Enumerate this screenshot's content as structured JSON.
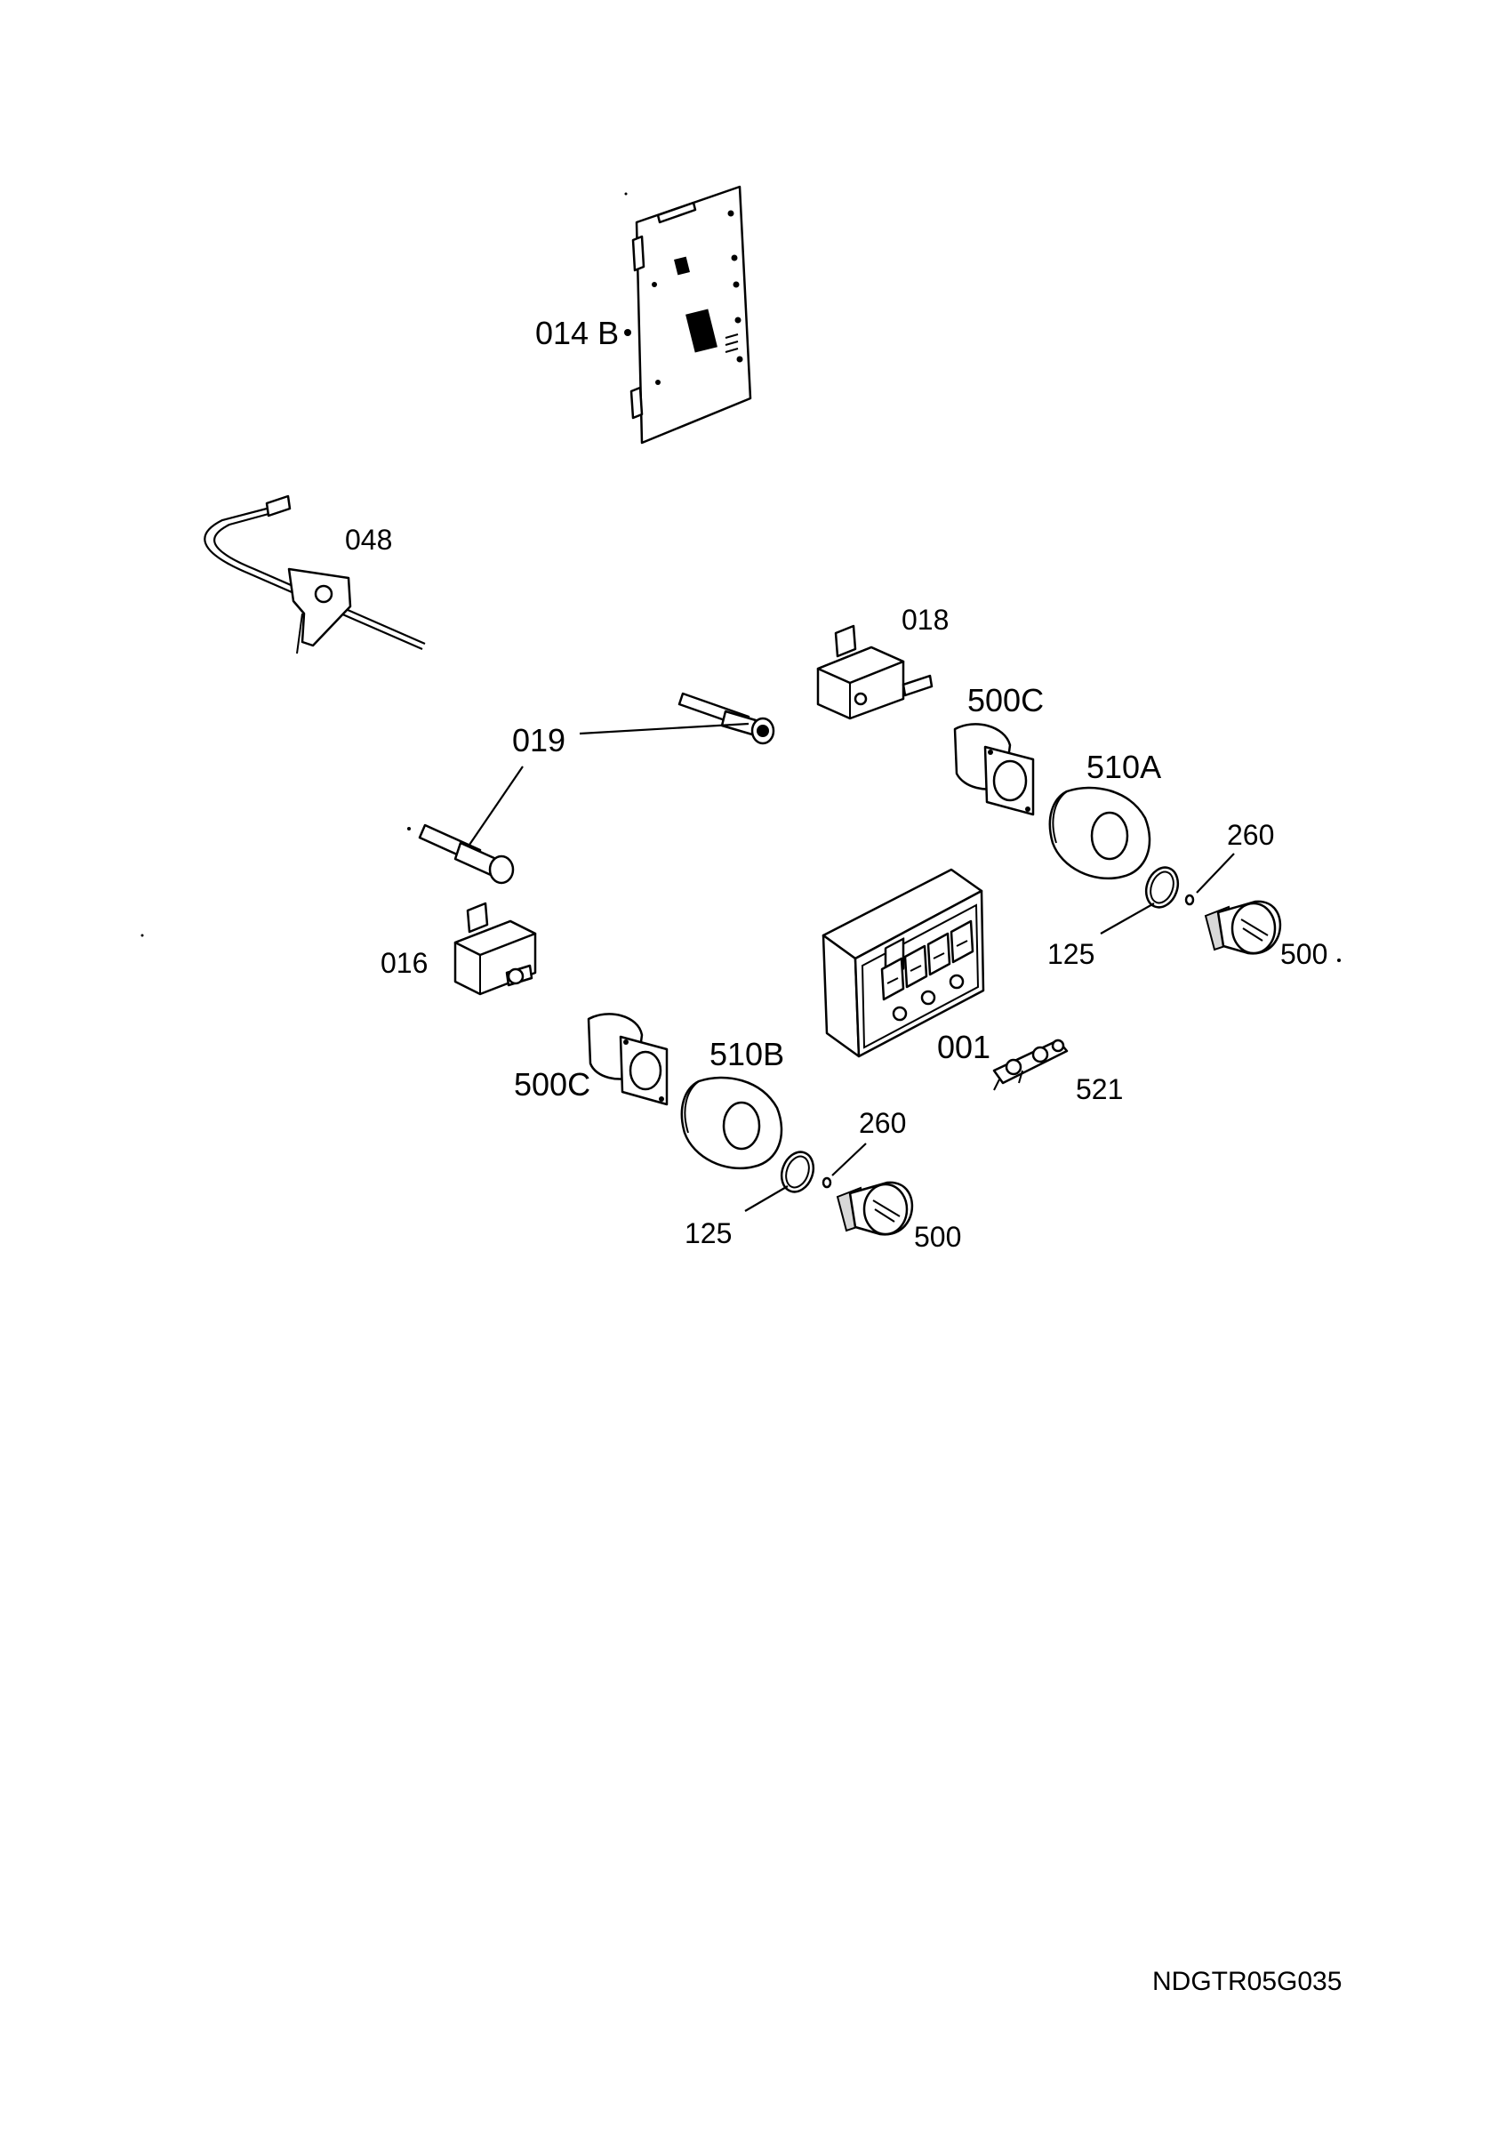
{
  "labels": {
    "board": "014 B",
    "probe": "048",
    "switch_right": "018",
    "lamp": "019",
    "switch_left": "016",
    "holder_right": "500C",
    "holder_left": "500C",
    "bezel_right": "510A",
    "bezel_left": "510B",
    "washer_right": "125",
    "washer_left": "125",
    "spring_right": "260",
    "spring_left": "260",
    "knob_right": "500",
    "knob_left": "500",
    "timer": "001",
    "clip": "521"
  },
  "drawing_code": "NDGTR05G035"
}
